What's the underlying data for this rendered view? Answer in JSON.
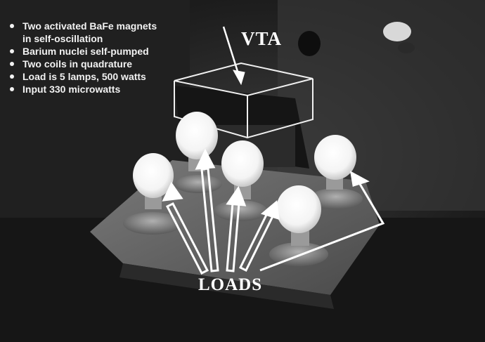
{
  "bullets": [
    {
      "line1": "Two activated BaFe magnets",
      "line2": "in self-oscillation"
    },
    {
      "line1": "Barium nuclei self-pumped"
    },
    {
      "line1": "Two coils  in  quadrature"
    },
    {
      "line1": "Load is 5 lamps, 500 watts"
    },
    {
      "line1": "Input 330 microwatts"
    }
  ],
  "labels": {
    "vta": "VTA",
    "loads": "LOADS"
  }
}
